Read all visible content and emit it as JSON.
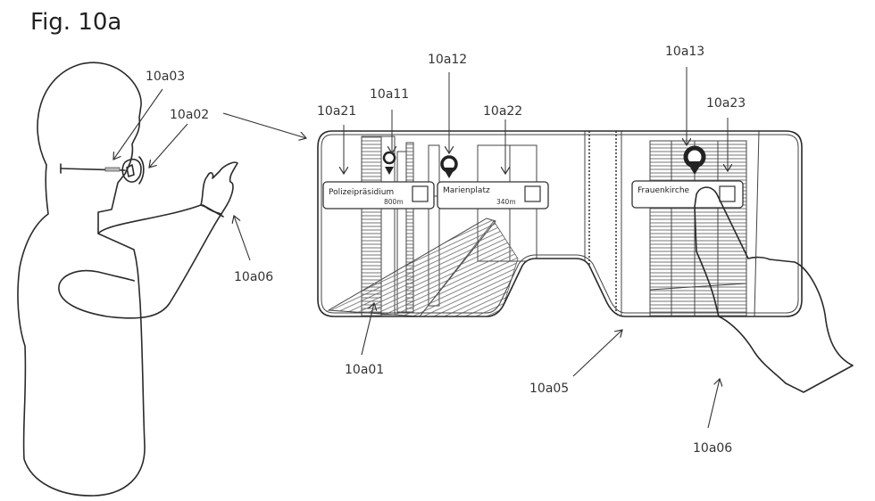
{
  "figure": {
    "title": "Fig. 10a"
  },
  "reference_labels": {
    "user_eye": "10a03",
    "glasses": "10a02",
    "hand_left": "10a06",
    "scene_view": "10a01",
    "lens_frame": "10a05",
    "hand_right": "10a06",
    "marker_1": "10a11",
    "marker_2": "10a12",
    "marker_3": "10a13",
    "poi_1": "10a21",
    "poi_2": "10a22",
    "poi_3": "10a23"
  },
  "poi_cards": [
    {
      "name": "Polizeipräsidium",
      "distance": "800m"
    },
    {
      "name": "Marienplatz",
      "distance": "340m"
    },
    {
      "name": "Frauenkirche",
      "distance": ""
    }
  ]
}
